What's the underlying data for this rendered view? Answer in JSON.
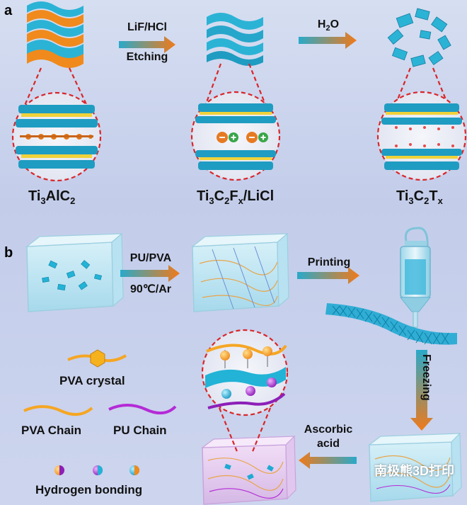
{
  "panels": {
    "a": "a",
    "b": "b"
  },
  "formulas": {
    "ti3alc2": {
      "p1": "Ti",
      "s1": "3",
      "p2": "AlC",
      "s2": "2",
      "p3": "",
      "s3": "",
      "p4": ""
    },
    "ti3c2fx": {
      "p1": "Ti",
      "s1": "3",
      "p2": "C",
      "s2": "2",
      "p3": "F",
      "s3": "x",
      "p4": "/LiCl"
    },
    "ti3c2tx": {
      "p1": "Ti",
      "s1": "3",
      "p2": "C",
      "s2": "2",
      "p3": "T",
      "s3": "x",
      "p4": ""
    }
  },
  "arrows": {
    "etch_top": "LiF/HCl",
    "etch_bottom": "Etching",
    "water_top": "H",
    "water_sub": "2",
    "water_rest": "O",
    "pupva_top": "PU/PVA",
    "pupva_bottom": "90℃/Ar",
    "printing": "Printing",
    "freezing": "Freezing",
    "ascorbic_line1": "Ascorbic",
    "ascorbic_line2": "acid"
  },
  "legend": {
    "pva_crystal": "PVA crystal",
    "pva_chain": "PVA Chain",
    "pu_chain": "PU Chain",
    "hydrogen_bonding": "Hydrogen bonding"
  },
  "watermark": "南极熊3D打印",
  "colors": {
    "flake": "#2bb3d6",
    "flake_dark": "#147ea0",
    "orange_layer": "#f08a1c",
    "dashed_red": "#d9262a",
    "gel": "#bfe6f3",
    "gel_purple": "#e5c9ef",
    "pva_chain": "#f5a623",
    "pu_chain": "#b42bd6",
    "arrow_start": "#2aa9c9",
    "arrow_end": "#f07a1a"
  }
}
